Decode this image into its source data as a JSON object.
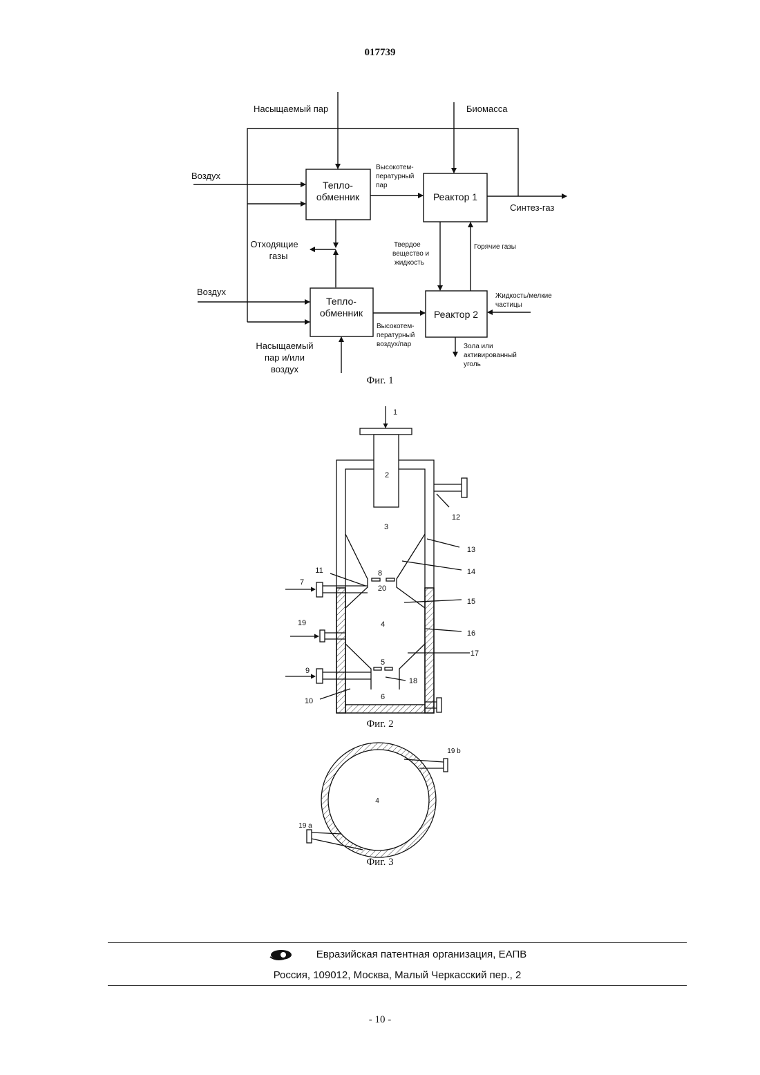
{
  "header": {
    "doc_number": "017739"
  },
  "fig1": {
    "caption": "Фиг. 1",
    "blocks": {
      "heat_exchanger_top": [
        "Тепло-",
        "обменник"
      ],
      "heat_exchanger_bottom": [
        "Тепло-",
        "обменник"
      ],
      "reactor1": "Реактор 1",
      "reactor2": "Реактор 2"
    },
    "labels": {
      "saturated_steam_top": "Насыщаемый пар",
      "biomass": "Биомасса",
      "air_top": "Воздух",
      "hot_steam": [
        "Высокотем-",
        "пературный",
        "пар"
      ],
      "syngas": "Синтез-газ",
      "exhaust_gases": [
        "Отходящие",
        "газы"
      ],
      "solid_liquid": [
        "Твердое",
        "вещество и",
        "жидкость"
      ],
      "hot_gases": "Горячие газы",
      "air_bottom": "Воздух",
      "liquid_particles": [
        "Жидкость/мелкие",
        "частицы"
      ],
      "hot_air_steam": [
        "Высокотем-",
        "пературный",
        "воздух/пар"
      ],
      "ash_coal": [
        "Зола или",
        "активированный",
        "уголь"
      ],
      "saturated_steam_air": [
        "Насыщаемый",
        "пар и/или",
        "воздух"
      ]
    }
  },
  "fig2": {
    "caption": "Фиг. 2",
    "numbers": {
      "n1": "1",
      "n2": "2",
      "n3": "3",
      "n4": "4",
      "n5": "5",
      "n6": "6",
      "n7": "7",
      "n8": "8",
      "n9": "9",
      "n10": "10",
      "n11": "11",
      "n12": "12",
      "n13": "13",
      "n14": "14",
      "n15": "15",
      "n16": "16",
      "n17": "17",
      "n18": "18",
      "n19": "19",
      "n20": "20"
    }
  },
  "fig3": {
    "caption": "Фиг. 3",
    "numbers": {
      "center": "4",
      "top_right": "19 b",
      "bottom_left": "19  a"
    }
  },
  "footer": {
    "org": "Евразийская патентная организация, ЕАПВ",
    "address": "Россия, 109012, Москва, Малый Черкасский пер., 2"
  },
  "page_number": "- 10 -"
}
